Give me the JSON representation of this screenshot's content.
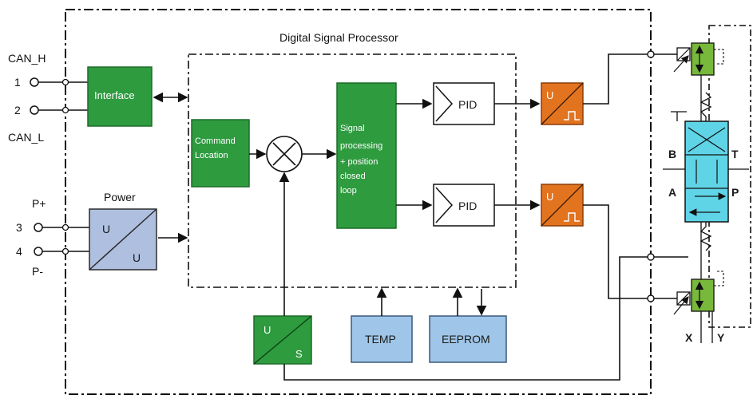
{
  "diagram": {
    "title": "Digital Signal Processor",
    "can_h": "CAN_H",
    "can_l": "CAN_L",
    "pin1": "1",
    "pin2": "2",
    "pin3": "3",
    "pin4": "4",
    "p_plus": "P+",
    "p_minus": "P-",
    "power": "Power",
    "interface": "Interface",
    "command": [
      "Command",
      "Location"
    ],
    "signal": [
      "Signal",
      "processing",
      "+ position",
      "closed",
      "loop"
    ],
    "pid_top": "PID",
    "pid_bottom": "PID",
    "psu_u1": "U",
    "psu_u2": "U",
    "driver_u": "U",
    "us_u": "U",
    "us_s": "S",
    "temp": "TEMP",
    "eeprom": "EEPROM",
    "port_b": "B",
    "port_t": "T",
    "port_a": "A",
    "port_p": "P",
    "port_x": "X",
    "port_y": "Y"
  },
  "colors": {
    "green": "#2e9b3f",
    "blue": "#9fc5e8",
    "orange": "#e2731f",
    "cyan": "#5fd4e6",
    "valve_green": "#78b83a"
  }
}
